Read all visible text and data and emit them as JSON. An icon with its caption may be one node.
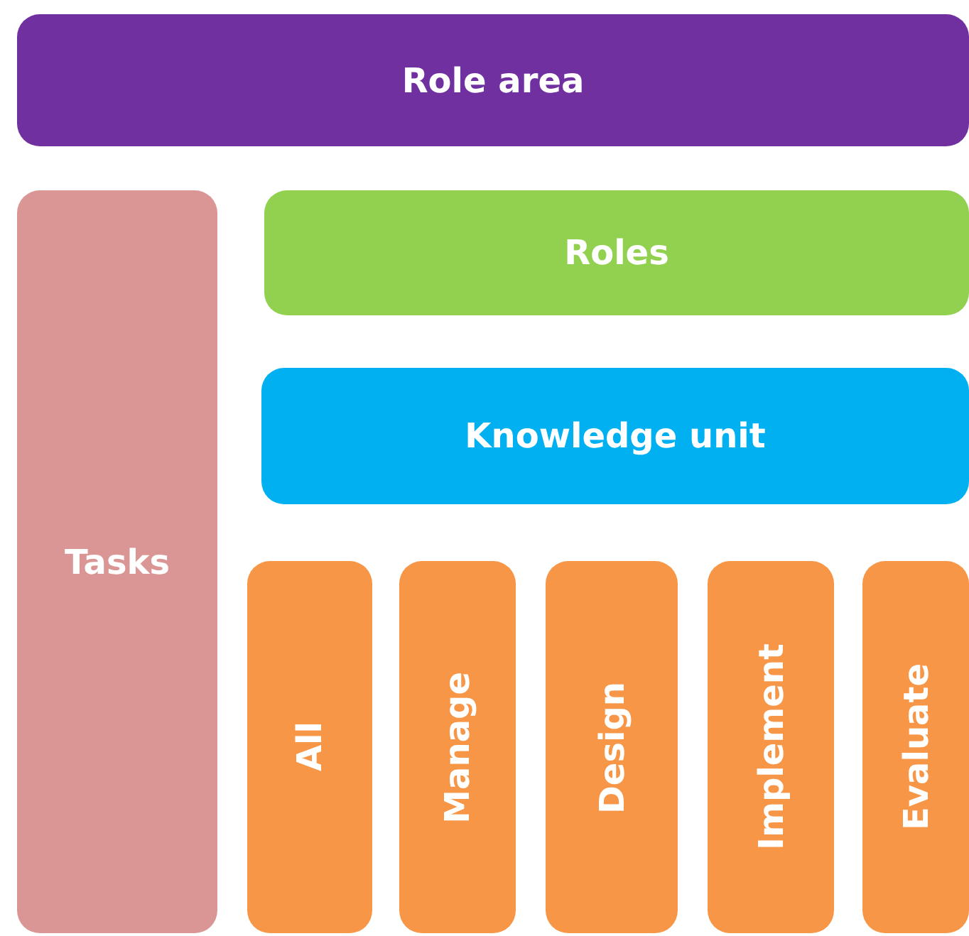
{
  "diagram": {
    "nodes": [
      {
        "text": [
          "Role area"
        ]
      },
      {
        "text": [
          "Tasks"
        ]
      },
      {
        "text": [
          "Roles"
        ]
      },
      {
        "text": [
          "Knowledge unit"
        ]
      },
      {
        "text": [
          "All"
        ]
      },
      {
        "text": [
          "Manage"
        ]
      },
      {
        "text": [
          "Design"
        ]
      },
      {
        "text": [
          "Implement"
        ]
      },
      {
        "text": [
          "Evaluate"
        ]
      }
    ]
  }
}
